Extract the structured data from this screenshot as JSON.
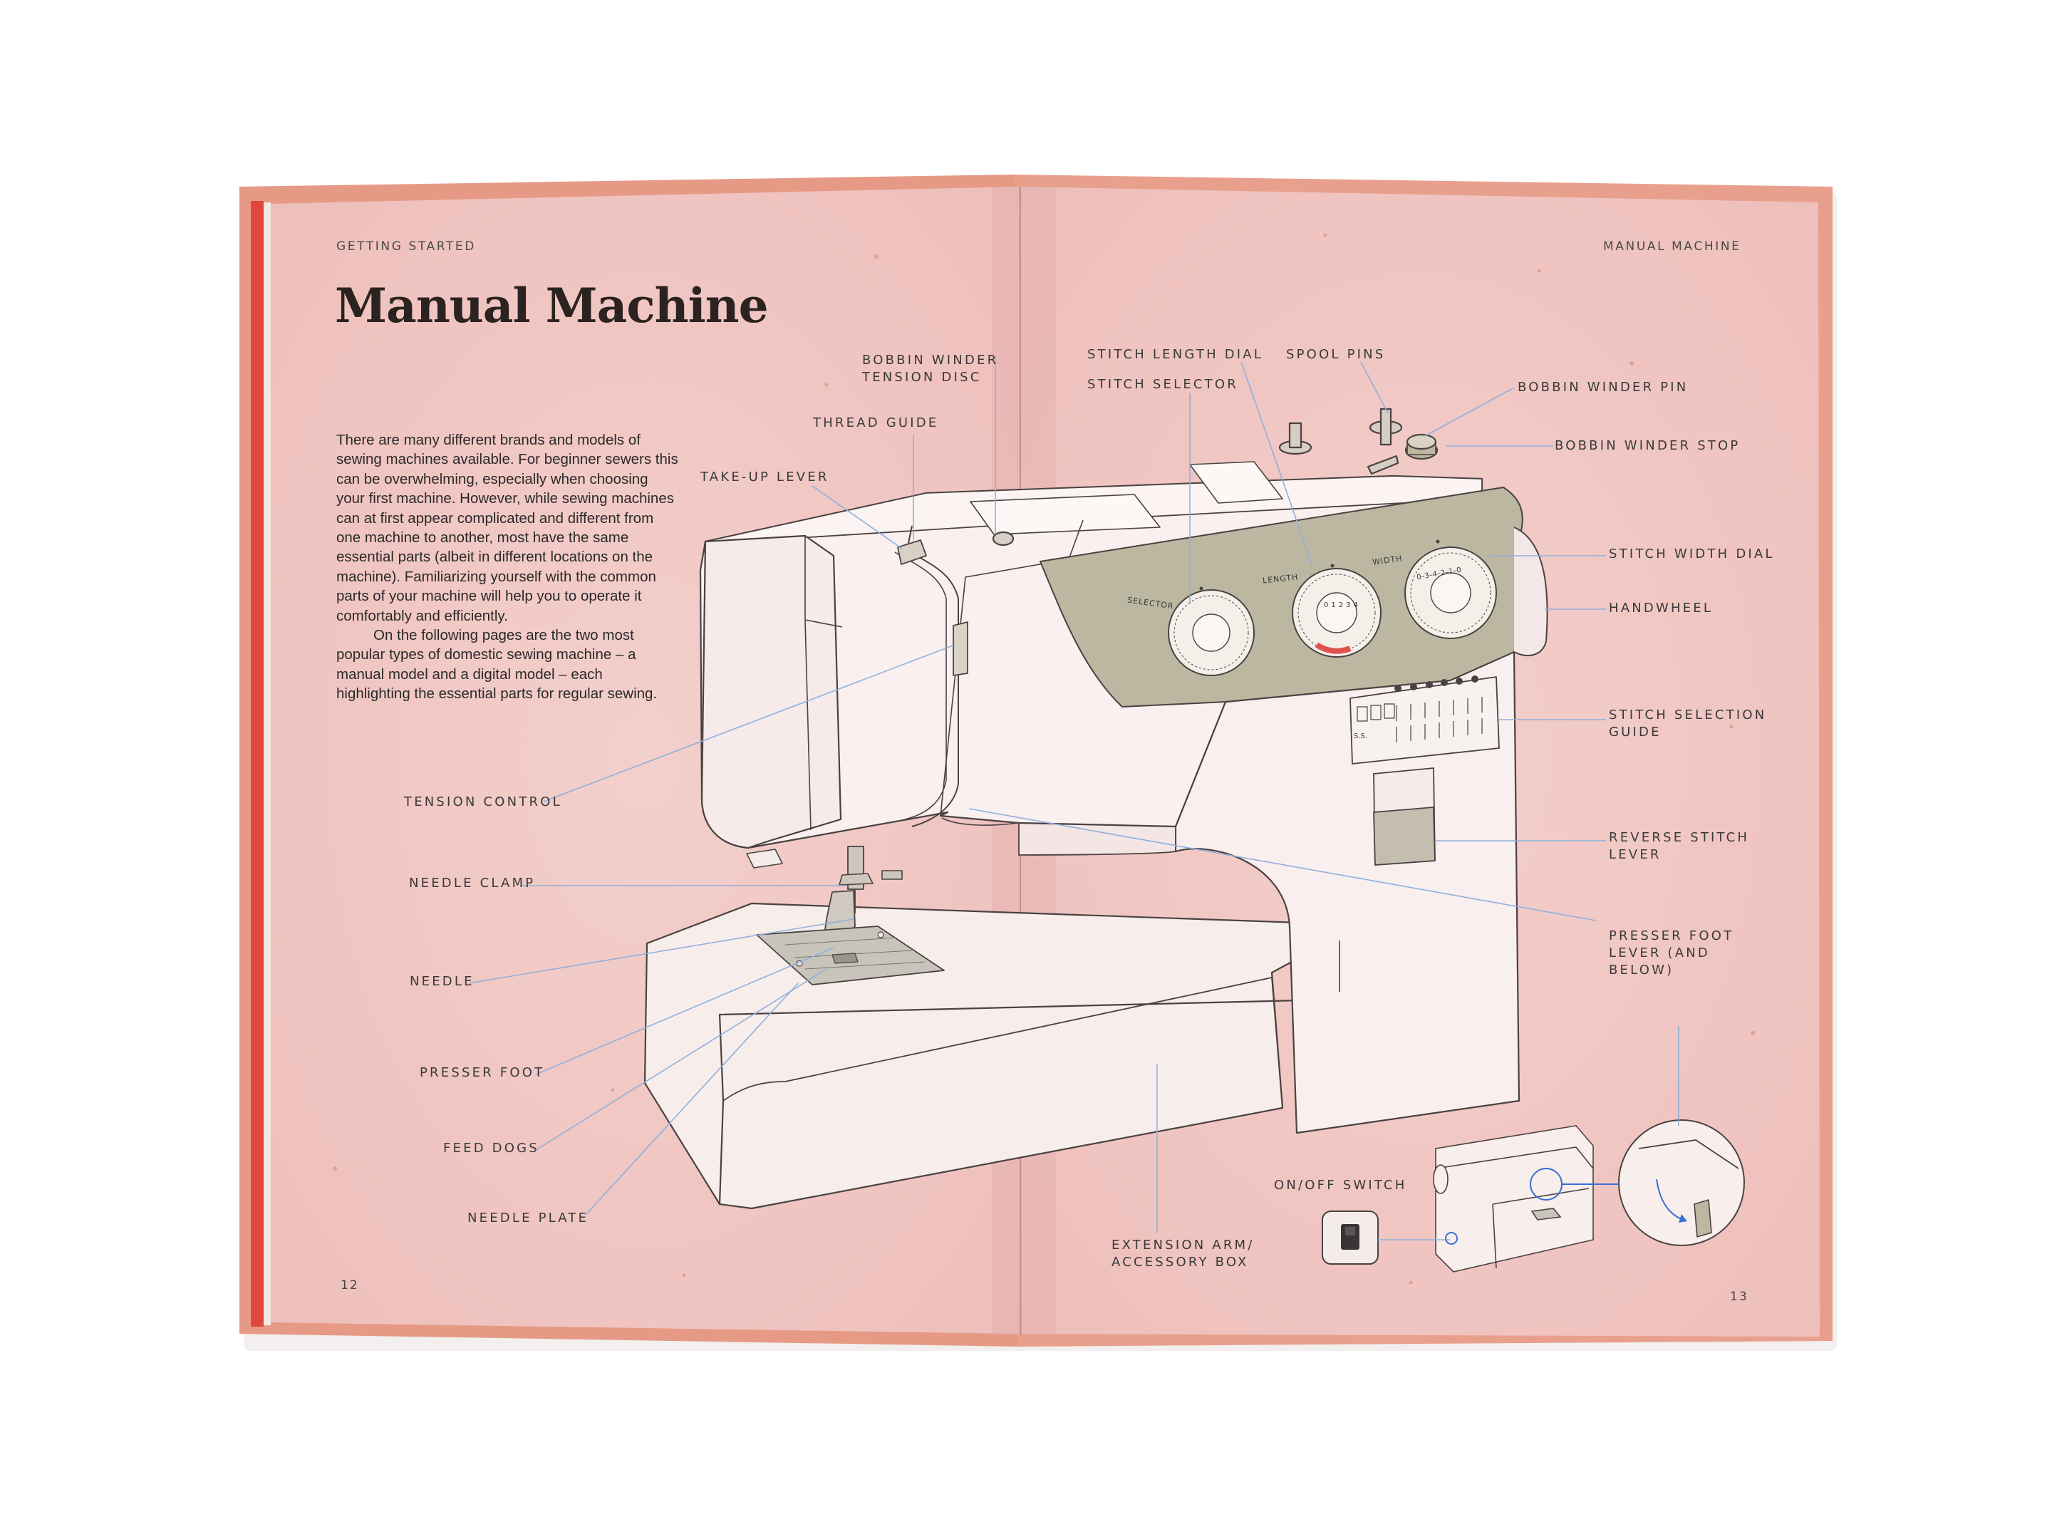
{
  "colors": {
    "page": "#f0c7c3",
    "cover": "#e69a86",
    "panel": "#bcb7a0",
    "leader": "#8fb0dc",
    "accent": "#e0524e"
  },
  "left_page": {
    "running_head": "GETTING STARTED",
    "title": "Manual Machine",
    "intro_paragraphs": [
      "There are many different brands and models of sewing machines available. For beginner sewers this can be overwhelming, especially when choosing your first machine. However, while sewing machines can at first appear complicated and different from one machine to another, most have the same essential parts (albeit in different locations on the machine). Familiarizing yourself with the common parts of your machine will help you to operate it comfortably and efficiently.",
      "On the following pages are the two most popular types of domestic sewing machine – a manual model and a digital model – each highlighting the essential parts for regular sewing."
    ],
    "page_number": "12"
  },
  "right_page": {
    "running_head": "MANUAL MACHINE",
    "page_number": "13"
  },
  "labels": {
    "bobbin_winder_tension_disc": [
      "BOBBIN WINDER",
      "TENSION DISC"
    ],
    "thread_guide": [
      "THREAD GUIDE"
    ],
    "take_up_lever": [
      "TAKE-UP LEVER"
    ],
    "tension_control": [
      "TENSION CONTROL"
    ],
    "needle_clamp": [
      "NEEDLE CLAMP"
    ],
    "needle": [
      "NEEDLE"
    ],
    "presser_foot": [
      "PRESSER FOOT"
    ],
    "feed_dogs": [
      "FEED DOGS"
    ],
    "needle_plate": [
      "NEEDLE PLATE"
    ],
    "stitch_length_dial": [
      "STITCH LENGTH DIAL"
    ],
    "stitch_selector": [
      "STITCH SELECTOR"
    ],
    "spool_pins": [
      "SPOOL PINS"
    ],
    "bobbin_winder_pin": [
      "BOBBIN WINDER PIN"
    ],
    "bobbin_winder_stop": [
      "BOBBIN WINDER STOP"
    ],
    "stitch_width_dial": [
      "STITCH WIDTH DIAL"
    ],
    "handwheel": [
      "HANDWHEEL"
    ],
    "stitch_selection_guide": [
      "STITCH SELECTION",
      "GUIDE"
    ],
    "reverse_stitch_lever": [
      "REVERSE STITCH",
      "LEVER"
    ],
    "presser_foot_lever": [
      "PRESSER FOOT",
      "LEVER (AND",
      "BELOW)"
    ],
    "on_off_switch": [
      "ON/OFF SWITCH"
    ],
    "extension_arm": [
      "EXTENSION ARM/",
      "ACCESSORY BOX"
    ]
  },
  "machine_panel": {
    "selector": "SELECTOR",
    "length": "LENGTH",
    "width": "WIDTH",
    "length_scale": [
      "0",
      "1",
      "2",
      "3",
      "4"
    ],
    "width_scale": "0–3–4–2–1–0",
    "ss": "S.S."
  }
}
